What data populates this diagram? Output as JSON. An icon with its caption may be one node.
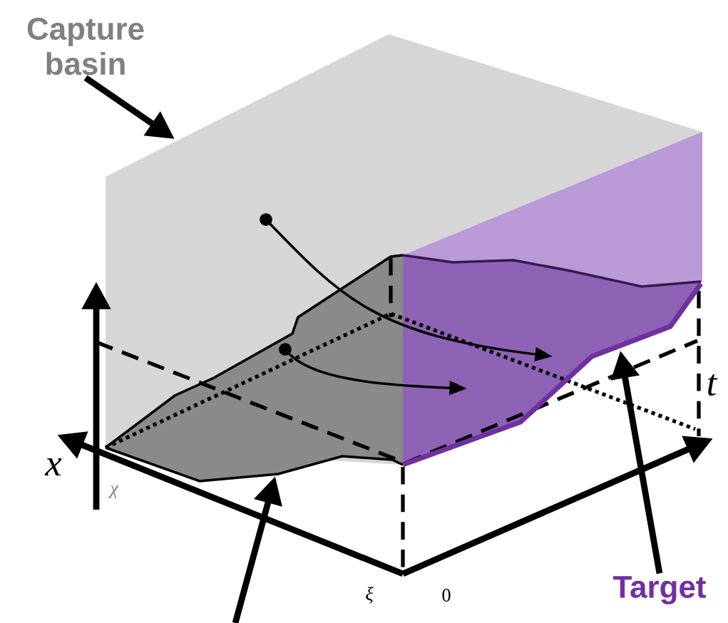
{
  "diagram": {
    "nodes": [
      {
        "text": [
          "Capture basin"
        ]
      },
      {
        "text": [
          "Target"
        ]
      }
    ],
    "edges": [
      {
        "from": 0,
        "to": null,
        "arrow": "to"
      },
      {
        "from": 1,
        "to": null,
        "arrow": "to"
      }
    ],
    "labels": [
      "x",
      "χ",
      "t",
      "ξ",
      "0"
    ]
  }
}
